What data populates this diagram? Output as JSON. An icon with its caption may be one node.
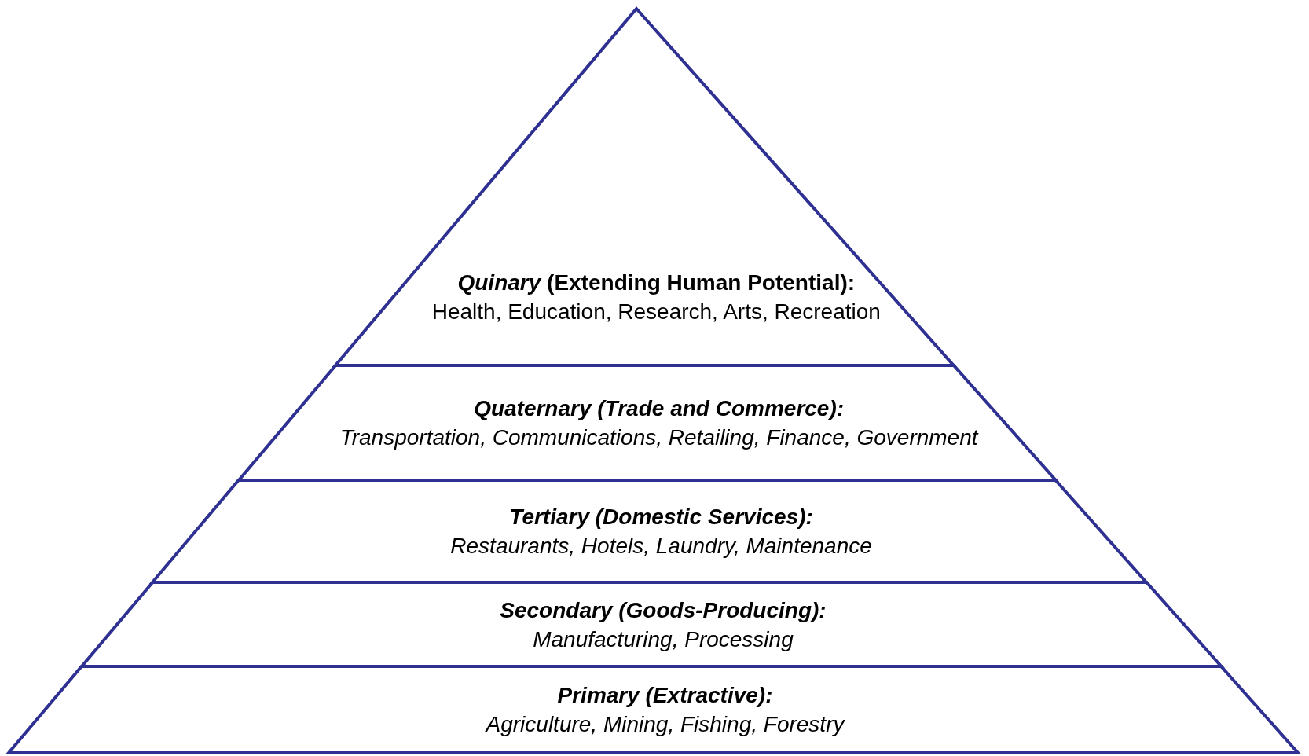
{
  "diagram": {
    "nodes": [
      {
        "text": [
          "*Quinary* (Extending Human Potential):",
          "Health, Education, Research, Arts, Recreation"
        ]
      },
      {
        "text": [
          "Quaternary (Trade and Commerce):",
          "Transportation, Communications, Retailing, Finance, Government"
        ]
      },
      {
        "text": [
          "Tertiary (Domestic Services):",
          "Restaurants, Hotels, Laundry, Maintenance"
        ]
      },
      {
        "text": [
          "Secondary (Goods-Producing):",
          "Manufacturing, Processing"
        ]
      },
      {
        "text": [
          "Primary (Extractive):",
          "Agriculture, Mining, Fishing, Forestry"
        ]
      }
    ]
  }
}
